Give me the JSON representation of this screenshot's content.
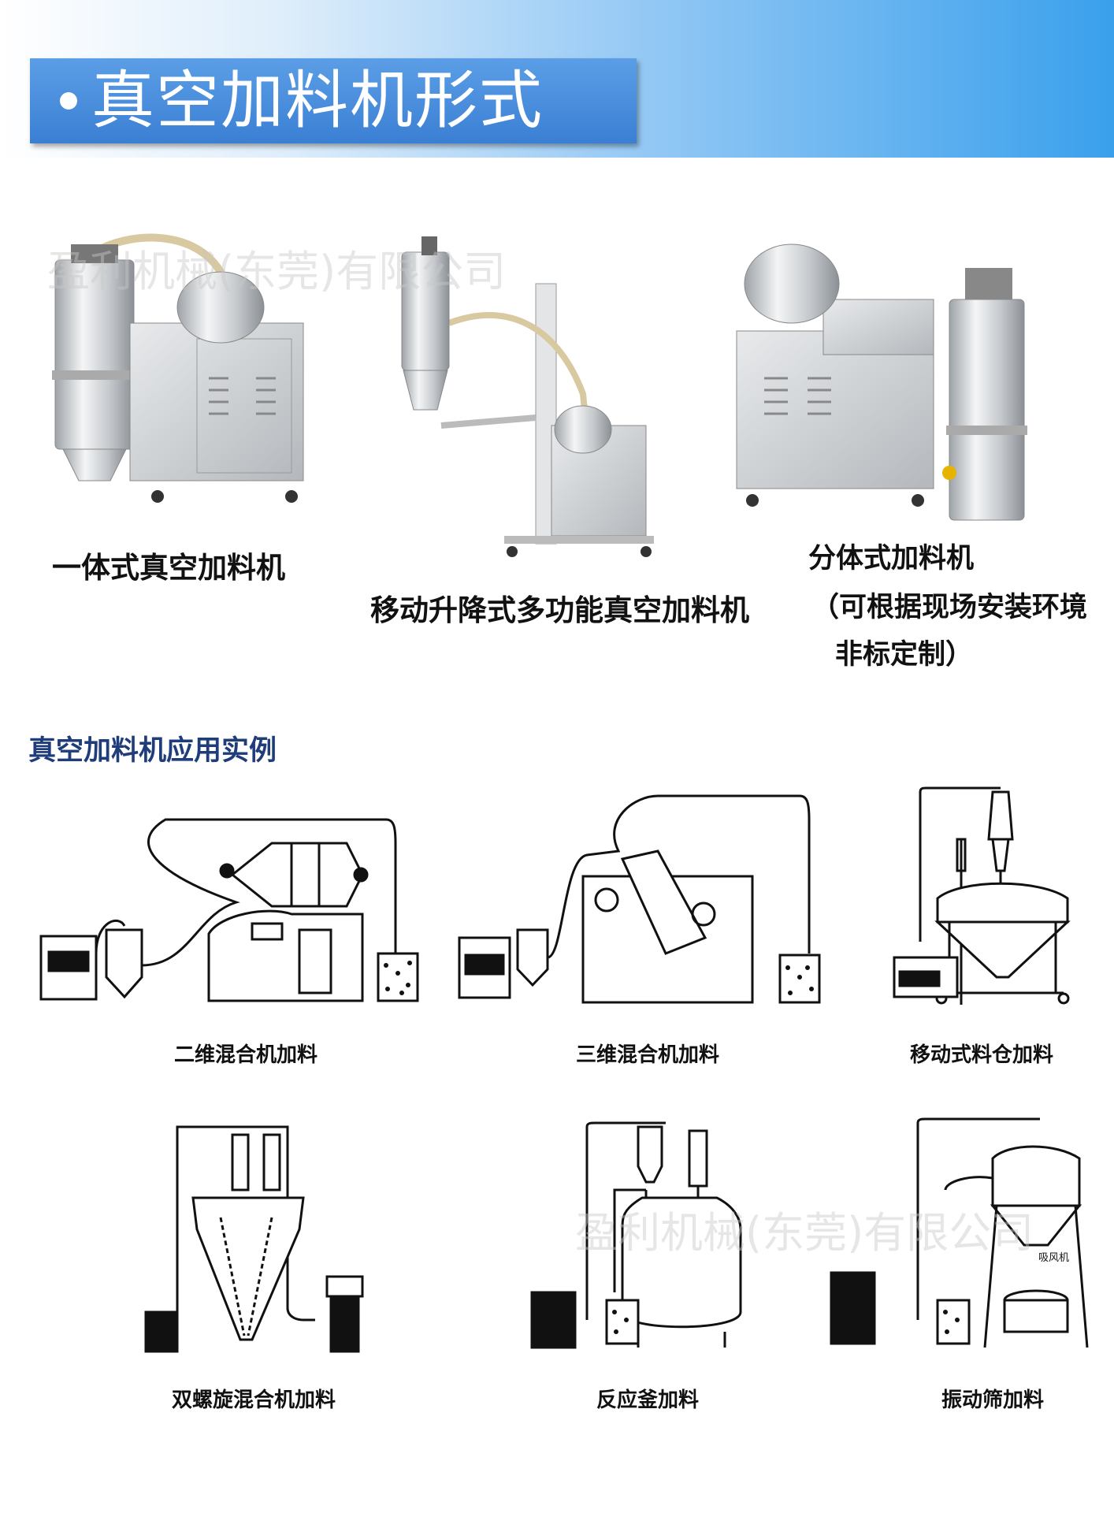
{
  "header": {
    "title": "真空加料机形式"
  },
  "watermark": "盈利机械(东莞)有限公司",
  "products": [
    {
      "label": "一体式真空加料机"
    },
    {
      "label": "移动升降式多功能真空加料机"
    },
    {
      "label": "分体式加料机",
      "note_line1": "（可根据现场安装环境",
      "note_line2": "非标定制）"
    }
  ],
  "applications": {
    "title": "真空加料机应用实例",
    "items": [
      {
        "label": "二维混合机加料"
      },
      {
        "label": "三维混合机加料"
      },
      {
        "label": "移动式料仓加料"
      },
      {
        "label": "双螺旋混合机加料"
      },
      {
        "label": "反应釜加料"
      },
      {
        "label": "振动筛加料",
        "sign": "吸风机"
      }
    ]
  },
  "colors": {
    "title_bar": "#3b7fd4",
    "section_title": "#1f3d7a",
    "steel": "#c9ccd0"
  }
}
